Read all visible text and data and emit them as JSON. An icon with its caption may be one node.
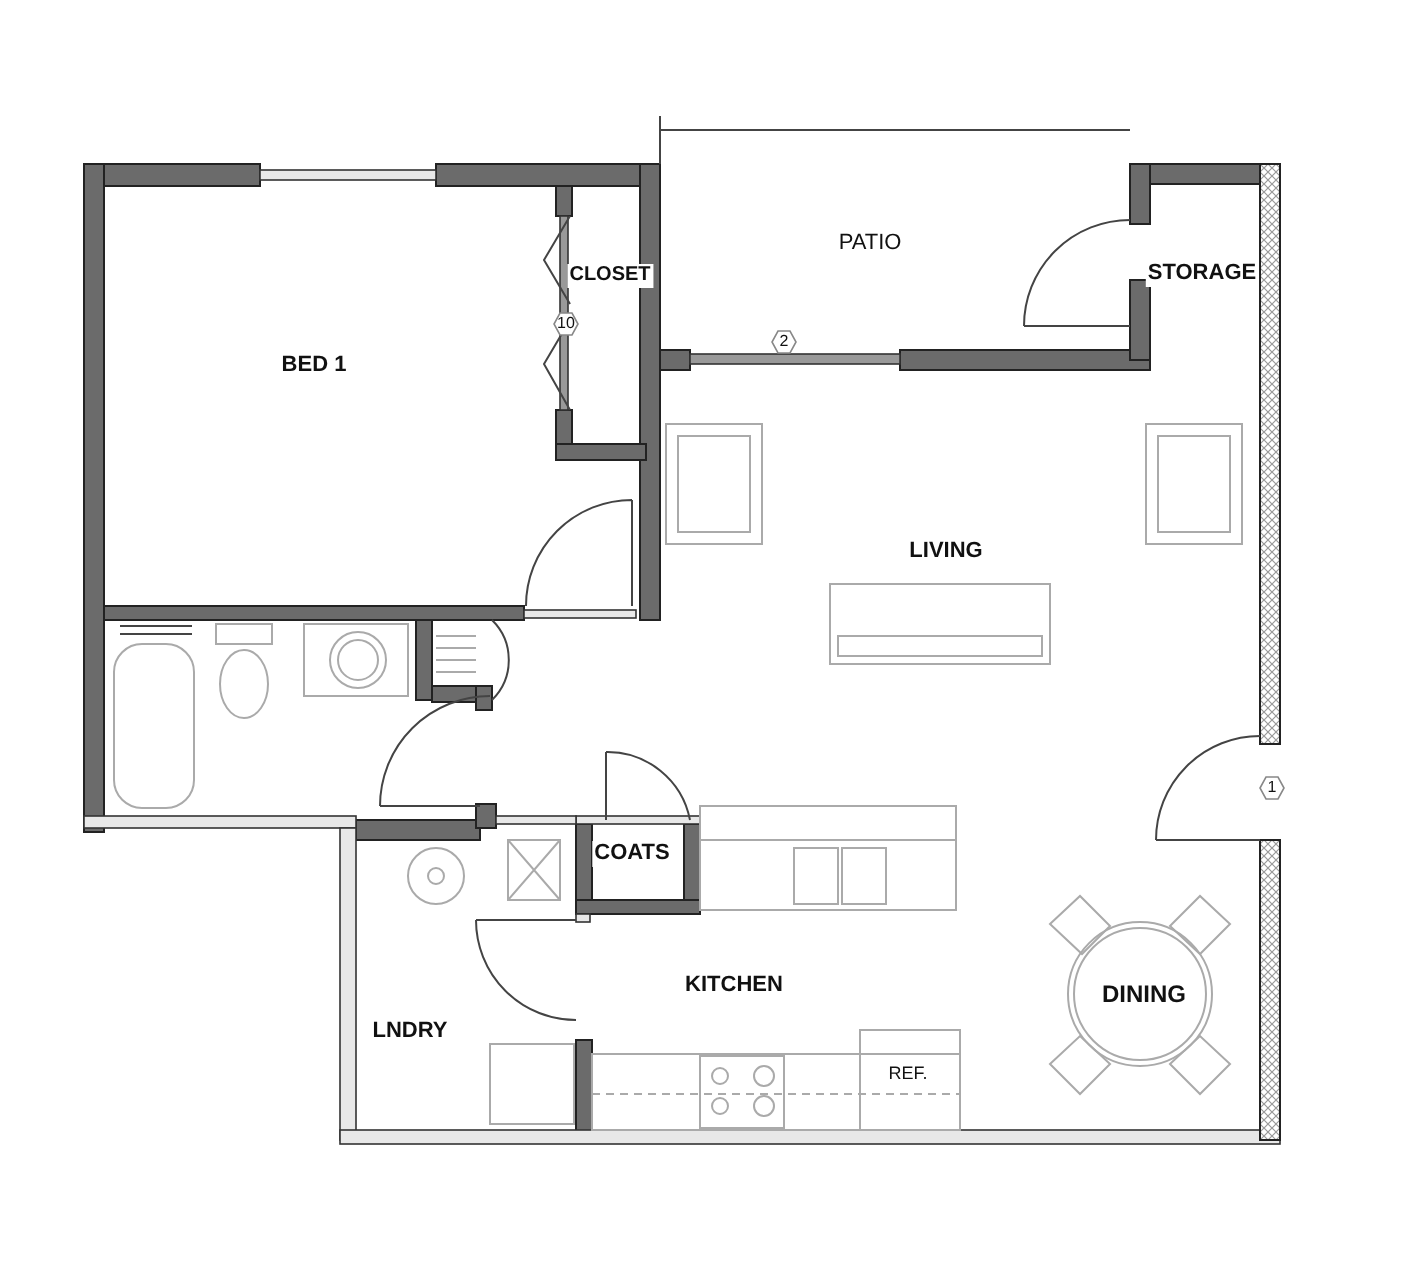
{
  "diagram": {
    "labels": [
      "PATIO",
      "CLOSET",
      "STORAGE",
      "10",
      "2",
      "BED 1",
      "LIVING",
      "1",
      "COATS",
      "KITCHEN",
      "DINING",
      "LNDRY",
      "REF."
    ]
  }
}
